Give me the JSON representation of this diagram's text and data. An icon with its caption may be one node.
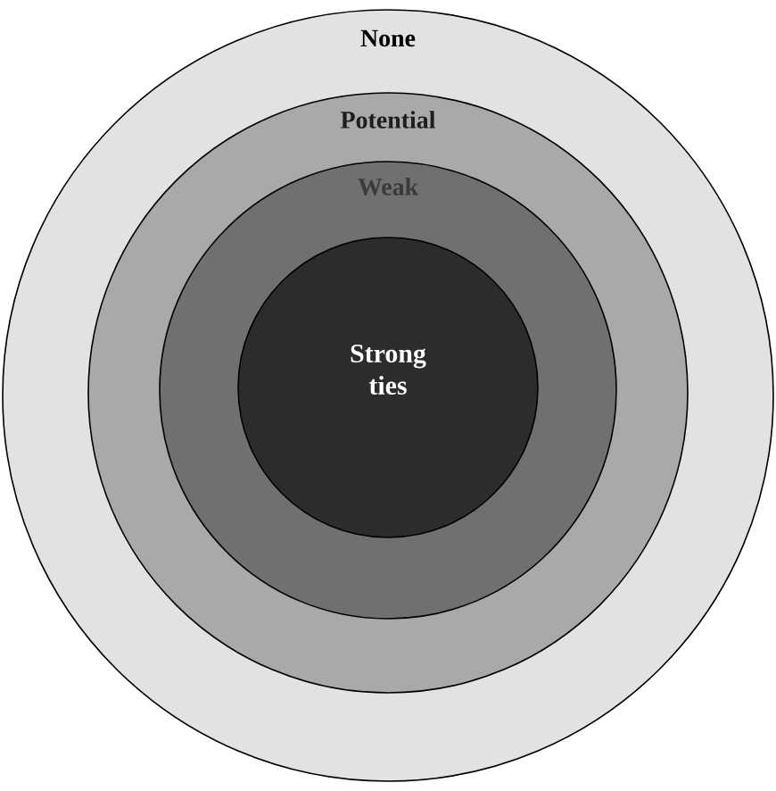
{
  "diagram": {
    "nodes": [
      {
        "text": [
          "None"
        ]
      },
      {
        "text": [
          "Potential"
        ],
        "in": 0
      },
      {
        "text": [
          "Weak"
        ],
        "in": 1
      },
      {
        "text": [
          "Strong ties"
        ],
        "in": 2
      }
    ]
  }
}
